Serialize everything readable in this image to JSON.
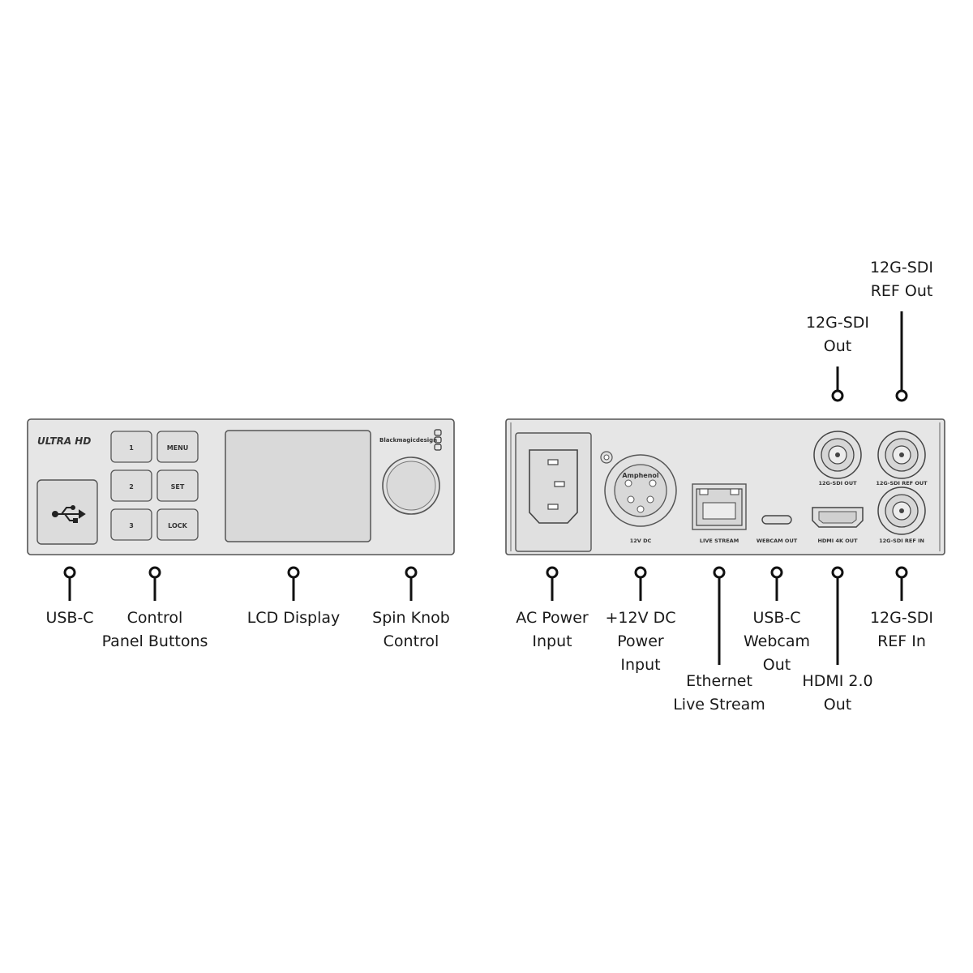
{
  "front": {
    "brand": "ULTRA HD",
    "maker": "Blackmagicdesign",
    "buttons": [
      "1",
      "2",
      "3",
      "MENU",
      "SET",
      "LOCK"
    ]
  },
  "rear": {
    "panel_labels": {
      "dc": "12V DC",
      "amphenol": "Amphenol",
      "live_stream": "LIVE STREAM",
      "webcam_out": "WEBCAM OUT",
      "hdmi_out": "HDMI 4K OUT",
      "sdi_out": "12G-SDI OUT",
      "ref_out": "12G-SDI REF OUT",
      "ref_in": "12G-SDI REF IN"
    }
  },
  "callouts": {
    "usb_c": "USB-C",
    "control_panel_buttons": "Control\nPanel Buttons",
    "lcd_display": "LCD Display",
    "spin_knob": "Spin Knob\nControl",
    "ac_power": "AC Power\nInput",
    "dc_power": "+12V DC\nPower\nInput",
    "ethernet": "Ethernet\nLive Stream",
    "usb_c_webcam": "USB-C\nWebcam\nOut",
    "hdmi_out": "HDMI 2.0\nOut",
    "sdi_ref_in": "12G-SDI\nREF In",
    "sdi_out": "12G-SDI\nOut",
    "sdi_ref_out": "12G-SDI\nREF Out"
  }
}
